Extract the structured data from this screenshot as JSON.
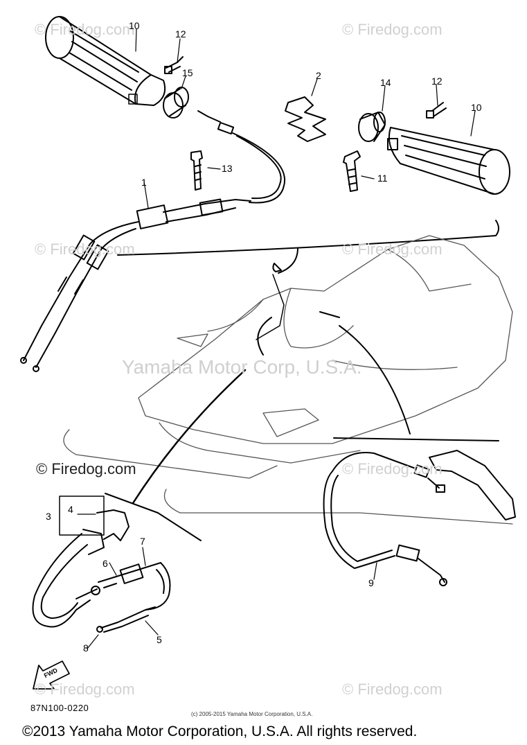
{
  "watermarks": {
    "top_left": "© Firedog.com",
    "top_right": "© Firedog.com",
    "mid_left": "© Firedog.com",
    "mid_right": "© Firedog.com",
    "lower_right": "© Firedog.com",
    "bottom_left": "© Firedog.com",
    "bottom_right": "© Firedog.com",
    "dark_left": "© Firedog.com",
    "center": "Yamaha Motor Corp, U.S.A."
  },
  "callouts": {
    "c1": "1",
    "c2": "2",
    "c3": "3",
    "c4": "4",
    "c5": "5",
    "c6": "6",
    "c7": "7",
    "c8": "8",
    "c9": "9",
    "c10a": "10",
    "c10b": "10",
    "c11": "11",
    "c12a": "12",
    "c12b": "12",
    "c13": "13",
    "c14": "14",
    "c15": "15"
  },
  "fwd_label": "FWD",
  "diagram_code": "87N100-0220",
  "small_copyright": "(c) 2005-2015 Yamaha Motor Corporation, U.S.A.",
  "footer": "©2013 Yamaha Motor Corporation, U.S.A. All rights reserved.",
  "colors": {
    "line": "#000000",
    "watermark": "#d0d0d0",
    "background": "#ffffff"
  }
}
